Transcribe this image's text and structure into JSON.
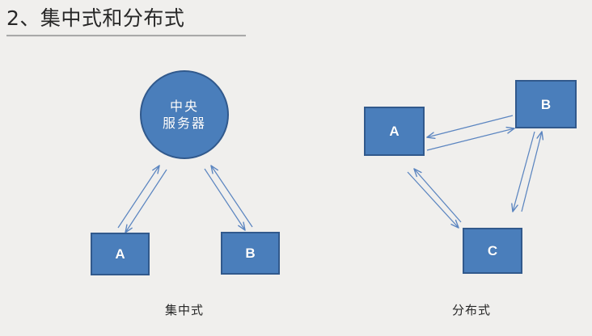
{
  "slide": {
    "background_color": "#f0efed",
    "title": "2、集中式和分布式"
  },
  "palette": {
    "shape_fill": "#4a7ebb",
    "shape_border": "#31598c",
    "shape_text": "#ffffff",
    "arrow": "#5b85c0",
    "title_text": "#272727",
    "rule": "#a9a9a9"
  },
  "diagrams": [
    {
      "id": "centralized",
      "caption": "集中式",
      "nodes": [
        {
          "id": "central-server",
          "shape": "circle",
          "lines": [
            "中央",
            "服务器"
          ]
        },
        {
          "id": "left-a",
          "shape": "rect",
          "label": "A"
        },
        {
          "id": "left-b",
          "shape": "rect",
          "label": "B"
        }
      ],
      "connections": [
        {
          "from": "central-server",
          "to": "left-a",
          "style": "bidirectional-pair"
        },
        {
          "from": "central-server",
          "to": "left-b",
          "style": "bidirectional-pair"
        }
      ]
    },
    {
      "id": "distributed",
      "caption": "分布式",
      "nodes": [
        {
          "id": "right-a",
          "shape": "rect",
          "label": "A"
        },
        {
          "id": "right-b",
          "shape": "rect",
          "label": "B"
        },
        {
          "id": "right-c",
          "shape": "rect",
          "label": "C"
        }
      ],
      "connections": [
        {
          "from": "right-a",
          "to": "right-b",
          "style": "bidirectional-pair"
        },
        {
          "from": "right-b",
          "to": "right-c",
          "style": "bidirectional-pair"
        },
        {
          "from": "right-a",
          "to": "right-c",
          "style": "bidirectional-pair"
        }
      ]
    }
  ]
}
